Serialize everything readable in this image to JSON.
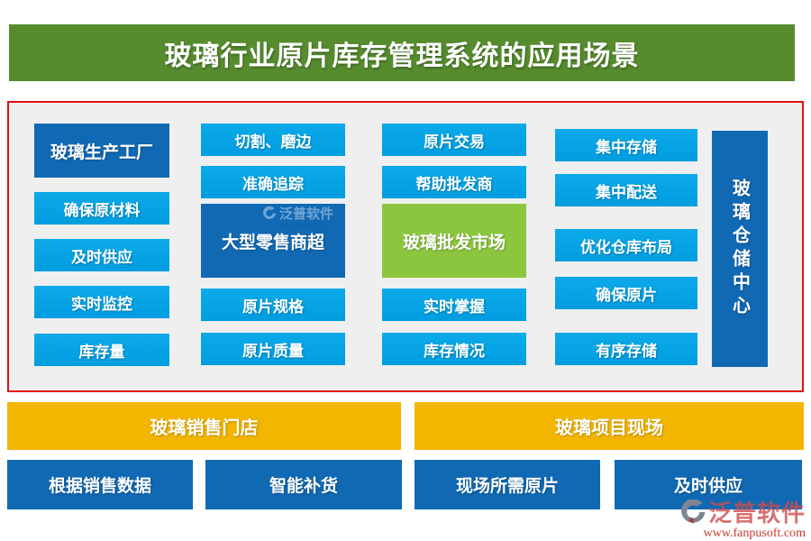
{
  "title": "玻璃行业原片库存管理系统的应用场景",
  "main": {
    "factory": {
      "header": "玻璃生产工厂",
      "items": [
        "确保原材料",
        "及时供应",
        "实时监控",
        "库存量"
      ]
    },
    "retail": {
      "top": [
        "切割、磨边",
        "准确追踪"
      ],
      "header": "大型零售商超",
      "bottom": [
        "原片规格",
        "原片质量"
      ]
    },
    "wholesale": {
      "top": [
        "原片交易",
        "帮助批发商"
      ],
      "header": "玻璃批发市场",
      "bottom": [
        "实时掌握",
        "库存情况"
      ]
    },
    "warehouse": {
      "features": [
        "集中存储",
        "集中配送",
        "优化仓库布局",
        "确保原片",
        "有序存储"
      ],
      "center": "玻璃仓储中心"
    }
  },
  "bottom": {
    "sales_store": {
      "header": "玻璃销售门店",
      "items": [
        "根据销售数据",
        "智能补货"
      ]
    },
    "project_site": {
      "header": "玻璃项目现场",
      "items": [
        "现场所需原片",
        "及时供应"
      ]
    }
  },
  "watermark": {
    "brand": "泛普软件",
    "url": "www.fanpusoft.com"
  },
  "colors": {
    "header_green": "#568c2e",
    "light_blue": "#00a1e4",
    "dark_blue": "#1169b4",
    "block_green": "#8cc63e",
    "yellow": "#f2b600",
    "border_red": "#e60e12",
    "panel_gray": "#efefef"
  }
}
